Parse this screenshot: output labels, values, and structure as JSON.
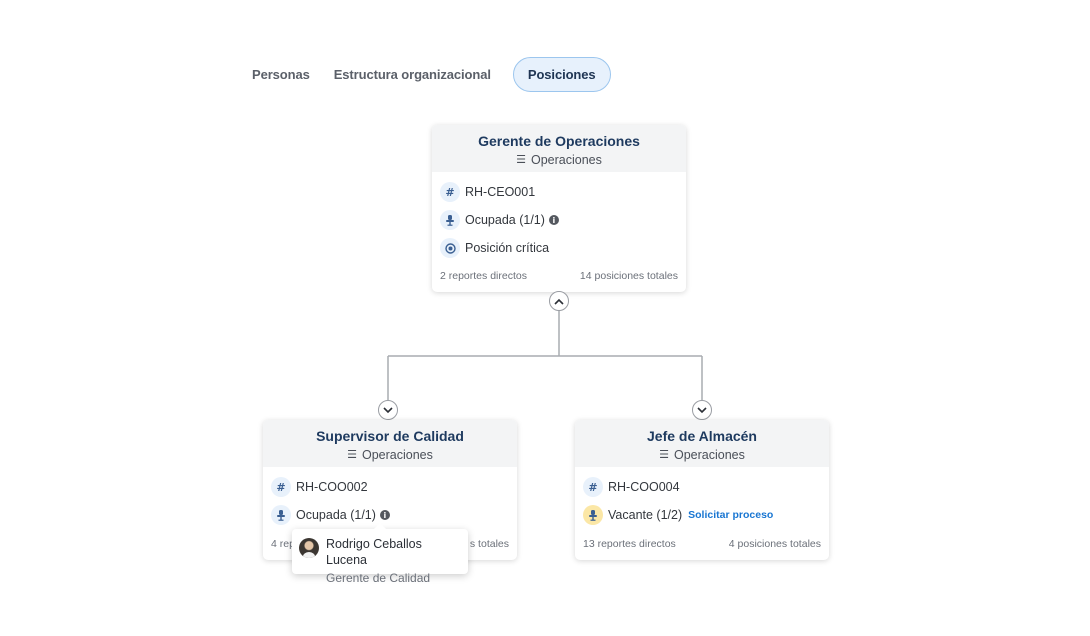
{
  "tabs": [
    {
      "label": "Personas",
      "active": false
    },
    {
      "label": "Estructura organizacional",
      "active": false
    },
    {
      "label": "Posiciones",
      "active": true
    }
  ],
  "root": {
    "title": "Gerente de Operaciones",
    "department": "Operaciones",
    "code": "RH-CEO001",
    "status": "Ocupada (1/1)",
    "critical": "Posición crítica",
    "direct_reports": "2 reportes directos",
    "total_positions": "14 posiciones totales"
  },
  "left": {
    "title": "Supervisor de Calidad",
    "department": "Operaciones",
    "code": "RH-COO002",
    "status": "Ocupada (1/1)",
    "direct_reports_visible": "4 rep",
    "total_positions_visible": "s totales"
  },
  "right": {
    "title": "Jefe de Almacén",
    "department": "Operaciones",
    "code": "RH-COO004",
    "status": "Vacante (1/2)",
    "action": "Solicitar proceso",
    "direct_reports": "13 reportes directos",
    "total_positions": "4 posiciones totales"
  },
  "tooltip": {
    "name": "Rodrigo Ceballos Lucena",
    "role": "Gerente de Calidad"
  },
  "icons": {
    "code": "hash-icon",
    "status": "person-seat-icon",
    "critical": "target-icon",
    "department": "list-tree-icon",
    "info": "info-icon",
    "collapse": "chevron-up-icon",
    "expand": "chevron-down-icon"
  },
  "colors": {
    "title": "#1e3a5f",
    "active_tab_bg": "#e7f1fc",
    "active_tab_border": "#9cc6ee",
    "link": "#1976d2",
    "vacant_badge": "#fbe7a6"
  }
}
